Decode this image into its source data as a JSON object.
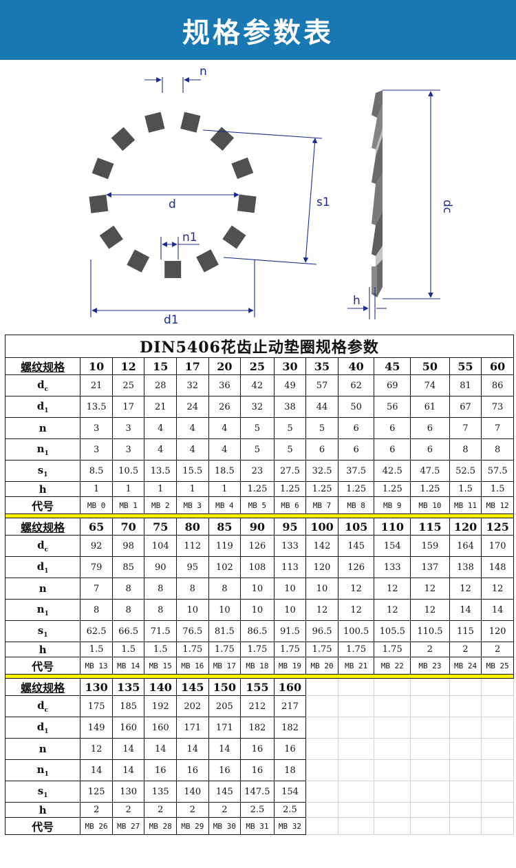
{
  "header": {
    "title": "规格参数表"
  },
  "diagram": {
    "labels": {
      "n": "n",
      "n1": "n1",
      "d": "d",
      "d1": "d1",
      "s1": "s1",
      "h": "h",
      "dc": "dc"
    }
  },
  "table": {
    "title": "DIN5406花齿止动垫圈规格参数",
    "row_labels": {
      "spec": "螺纹规格",
      "dc": "d",
      "dc_sub": "c",
      "d1": "d",
      "d1_sub": "1",
      "n": "n",
      "n1": "n",
      "n1_sub": "1",
      "s1": "s",
      "s1_sub": "1",
      "h": "h",
      "code": "代号"
    },
    "groups": [
      {
        "sizes": [
          "10",
          "12",
          "15",
          "17",
          "20",
          "25",
          "30",
          "35",
          "40",
          "45",
          "50",
          "55",
          "60"
        ],
        "dc": [
          "21",
          "25",
          "28",
          "32",
          "36",
          "42",
          "49",
          "57",
          "62",
          "69",
          "74",
          "81",
          "86"
        ],
        "d1": [
          "13.5",
          "17",
          "21",
          "24",
          "26",
          "32",
          "38",
          "44",
          "50",
          "56",
          "61",
          "67",
          "73"
        ],
        "n": [
          "3",
          "3",
          "4",
          "4",
          "4",
          "5",
          "5",
          "5",
          "6",
          "6",
          "6",
          "7",
          "7"
        ],
        "n1": [
          "3",
          "3",
          "4",
          "4",
          "4",
          "5",
          "5",
          "6",
          "6",
          "6",
          "6",
          "8",
          "8"
        ],
        "s1": [
          "8.5",
          "10.5",
          "13.5",
          "15.5",
          "18.5",
          "23",
          "27.5",
          "32.5",
          "37.5",
          "42.5",
          "47.5",
          "52.5",
          "57.5"
        ],
        "h": [
          "1",
          "1",
          "1",
          "1",
          "1",
          "1.25",
          "1.25",
          "1.25",
          "1.25",
          "1.25",
          "1.25",
          "1.5",
          "1.5"
        ],
        "code": [
          "MB 0",
          "MB 1",
          "MB 2",
          "MB 3",
          "MB 4",
          "MB 5",
          "MB 6",
          "MB 7",
          "MB 8",
          "MB 9",
          "MB 10",
          "MB 11",
          "MB 12"
        ]
      },
      {
        "sizes": [
          "65",
          "70",
          "75",
          "80",
          "85",
          "90",
          "95",
          "100",
          "105",
          "110",
          "115",
          "120",
          "125"
        ],
        "dc": [
          "92",
          "98",
          "104",
          "112",
          "119",
          "126",
          "133",
          "142",
          "145",
          "154",
          "159",
          "164",
          "170"
        ],
        "d1": [
          "79",
          "85",
          "90",
          "95",
          "102",
          "108",
          "113",
          "120",
          "126",
          "133",
          "137",
          "138",
          "148"
        ],
        "n": [
          "7",
          "8",
          "8",
          "8",
          "8",
          "10",
          "10",
          "10",
          "12",
          "12",
          "12",
          "12",
          "12"
        ],
        "n1": [
          "8",
          "8",
          "8",
          "10",
          "10",
          "10",
          "10",
          "12",
          "12",
          "12",
          "12",
          "14",
          "14"
        ],
        "s1": [
          "62.5",
          "66.5",
          "71.5",
          "76.5",
          "81.5",
          "86.5",
          "91.5",
          "96.5",
          "100.5",
          "105.5",
          "110.5",
          "115",
          "120"
        ],
        "h": [
          "1.5",
          "1.5",
          "1.5",
          "1.75",
          "1.75",
          "1.75",
          "1.75",
          "1.75",
          "1.75",
          "1.75",
          "2",
          "2",
          "2"
        ],
        "code": [
          "MB 13",
          "MB 14",
          "MB 15",
          "MB 16",
          "MB 17",
          "MB 18",
          "MB 19",
          "MB 20",
          "MB 21",
          "MB 22",
          "MB 23",
          "MB 24",
          "MB 25"
        ]
      },
      {
        "sizes": [
          "130",
          "135",
          "140",
          "145",
          "150",
          "155",
          "160"
        ],
        "dc": [
          "175",
          "185",
          "192",
          "202",
          "205",
          "212",
          "217"
        ],
        "d1": [
          "149",
          "160",
          "160",
          "171",
          "171",
          "182",
          "182"
        ],
        "n": [
          "12",
          "14",
          "14",
          "14",
          "14",
          "16",
          "16"
        ],
        "n1": [
          "14",
          "14",
          "16",
          "16",
          "16",
          "16",
          "18"
        ],
        "s1": [
          "125",
          "130",
          "135",
          "140",
          "145",
          "147.5",
          "154"
        ],
        "h": [
          "2",
          "2",
          "2",
          "2",
          "2",
          "2.5",
          "2.5"
        ],
        "code": [
          "MB 26",
          "MB 27",
          "MB 28",
          "MB 29",
          "MB 30",
          "MB 31",
          "MB 32"
        ]
      }
    ]
  },
  "colors": {
    "banner": "#1878b4",
    "separator": "#fff200",
    "dimension": "#1b2a8f",
    "washer": "#505050"
  }
}
